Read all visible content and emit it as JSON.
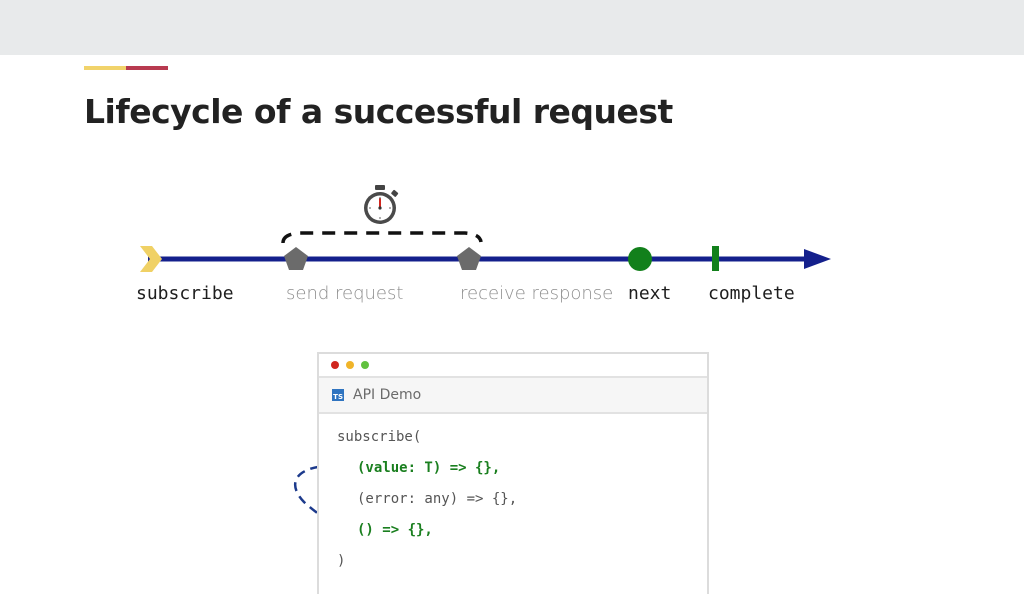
{
  "slide": {
    "title": "Lifecycle of a successful request"
  },
  "timeline": {
    "labels": {
      "subscribe": "subscribe",
      "send_request": "send request",
      "receive_response": "receive response",
      "next": "next",
      "complete": "complete"
    },
    "timer_icon": "stopwatch-icon",
    "colors": {
      "line": "#14208c",
      "subscribe_marker": "#f0d165",
      "request_markers": "#6b6b6b",
      "next_marker": "#12801b",
      "complete_marker": "#12801b"
    }
  },
  "editor": {
    "window_dots": [
      "#d0261e",
      "#f0b429",
      "#61c13f"
    ],
    "tab": {
      "icon_text": "TS",
      "title": "API Demo"
    },
    "code_lines": [
      "subscribe(",
      "(value: T) => {},",
      "(error: any) => {},",
      "() => {},",
      ")"
    ],
    "highlight_color": "#1a7f1f"
  }
}
